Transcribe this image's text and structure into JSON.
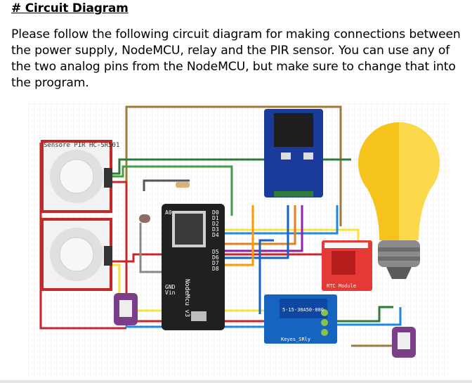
{
  "heading": "# Circuit Diagram",
  "paragraph": "Please follow the following circuit diagram for making connections between the power supply, NodeMCU, relay and the PIR sensor. You can use any of the two analog pins from the NodeMCU, but make sure to change that into the program.",
  "diagram": {
    "pir_label": "Sensore PIR HC-SR501",
    "nodemcu_label": "NodeMcu v3",
    "pins_left": [
      "A0",
      "GND",
      "Vin"
    ],
    "pins_right": [
      "D0",
      "D1",
      "D2",
      "D3",
      "D4",
      "D5",
      "D6",
      "D7",
      "D8"
    ],
    "relay_text_1": "5-15-30A50-080",
    "relay_text_2": "Keyes_SRly",
    "rtc_label": "RTC Module"
  }
}
